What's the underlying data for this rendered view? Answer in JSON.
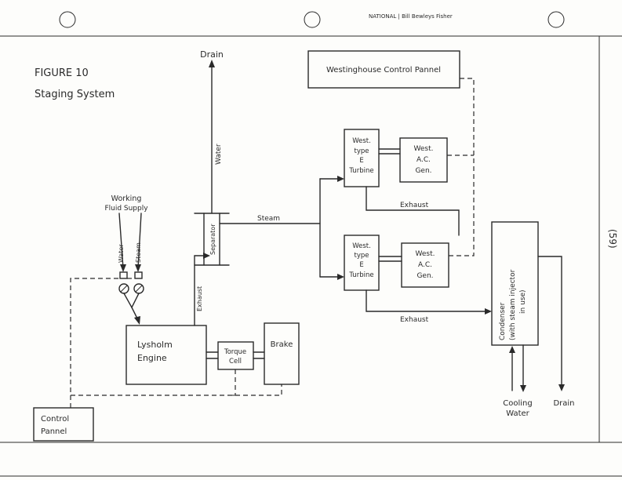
{
  "header": {
    "stamp_text": "NATIONAL  | Bill Bewleys Fisher"
  },
  "figure": {
    "number": "FIGURE 10",
    "title": "Staging System"
  },
  "labels": {
    "drain_top": "Drain",
    "water_vertical": "Water",
    "working_fluid_line1": "Working",
    "working_fluid_line2": "Fluid Supply",
    "water_feed": "Water",
    "steam_feed": "Steam",
    "separator": "Separator",
    "steam": "Steam",
    "exhaust_engine": "Exhaust",
    "exhaust_upper": "Exhaust",
    "exhaust_lower": "Exhaust",
    "cooling_water_line1": "Cooling",
    "cooling_water_line2": "Water",
    "drain_bottom": "Drain",
    "page_number": "(59)"
  },
  "components": {
    "control_panel_top": "Westinghouse Control Pannel",
    "turbine_upper": [
      "West.",
      "type",
      "E",
      "Turbine"
    ],
    "generator_upper": [
      "West.",
      "A.C.",
      "Gen."
    ],
    "turbine_lower": [
      "West.",
      "type",
      "E",
      "Turbine"
    ],
    "generator_lower": [
      "West.",
      "A.C.",
      "Gen."
    ],
    "condenser": [
      "Condenser",
      "(with steam injector",
      "in use)"
    ],
    "engine": [
      "Lysholm",
      "Engine"
    ],
    "torque_cell": [
      "Torque",
      "Cell"
    ],
    "brake": "Brake",
    "control_panel_bottom": [
      "Control",
      "Pannel"
    ]
  }
}
